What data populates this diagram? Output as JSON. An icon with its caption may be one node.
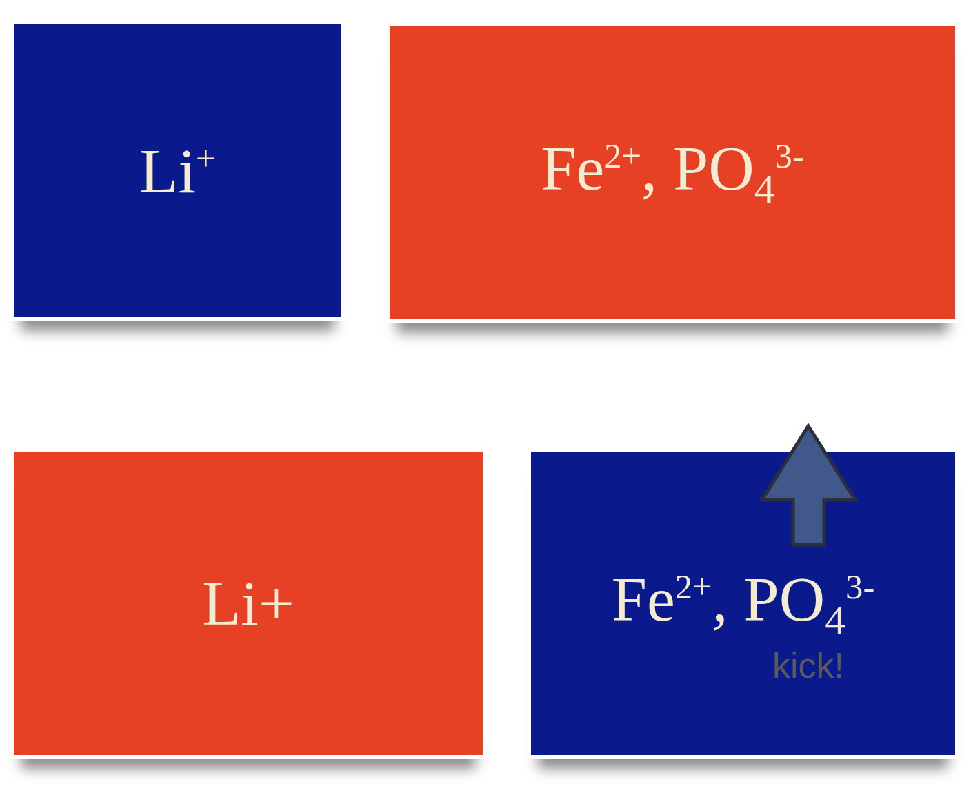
{
  "diagram": {
    "nodes": [
      {
        "text": [
          "Li$^{+}$"
        ]
      },
      {
        "text": [
          "Fe$^{2+}$, PO$_{4}$$^{3-}$"
        ]
      },
      {
        "text": [
          "Li+"
        ]
      },
      {
        "text": [
          "Fe$^{2+}$, PO$_{4}$$^{3-}$"
        ]
      }
    ],
    "edges": [],
    "labels": [
      "kick!"
    ]
  }
}
